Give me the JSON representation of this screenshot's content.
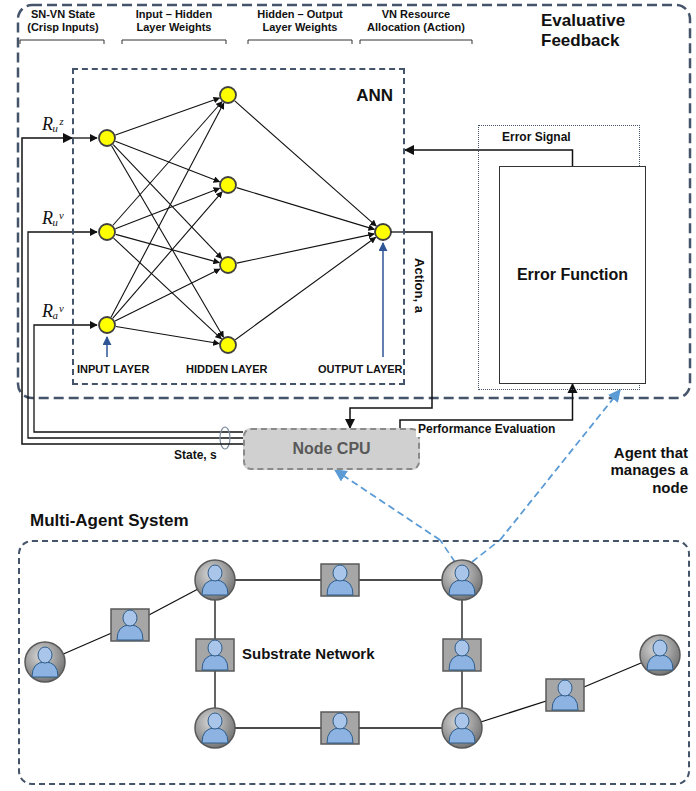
{
  "diagram": {
    "nodes": [
      {
        "text": [
          "ANN"
        ]
      },
      {
        "text": [
          "Evaluative Feedback"
        ]
      },
      {
        "text": [
          "Error Function"
        ],
        "in": 1
      },
      {
        "text": [
          "Node CPU"
        ]
      },
      {
        "text": [
          "Multi-Agent System"
        ]
      }
    ],
    "edges": [
      {
        "from": 2,
        "to": 0,
        "label": "Error Signal",
        "arrow": "to"
      },
      {
        "from": 3,
        "to": 2,
        "label": "Performance Evaluation",
        "arrow": "to"
      },
      {
        "from": 0,
        "to": 3,
        "arrow": "to"
      },
      {
        "from": 3,
        "to": 0,
        "label": "State, s",
        "arrow": "to"
      },
      {
        "from": 4,
        "to": 3,
        "arrow": "to"
      },
      {
        "from": 4,
        "to": 1,
        "arrow": "to"
      }
    ],
    "labels": [
      "SN-VN State (Crisp Inputs)",
      "Input – Hidden Layer Weights",
      "Hidden – Output Layer Weights",
      "VN Resource Allocation (Action)",
      "Rᵤᶻ",
      "Rᵤᵛ",
      "Rₐᵛ",
      "INPUT LAYER",
      "HIDDEN LAYER",
      "OUTPUT LAYER",
      "Action, a",
      "Agent that manages a node",
      "Substrate Network"
    ]
  }
}
